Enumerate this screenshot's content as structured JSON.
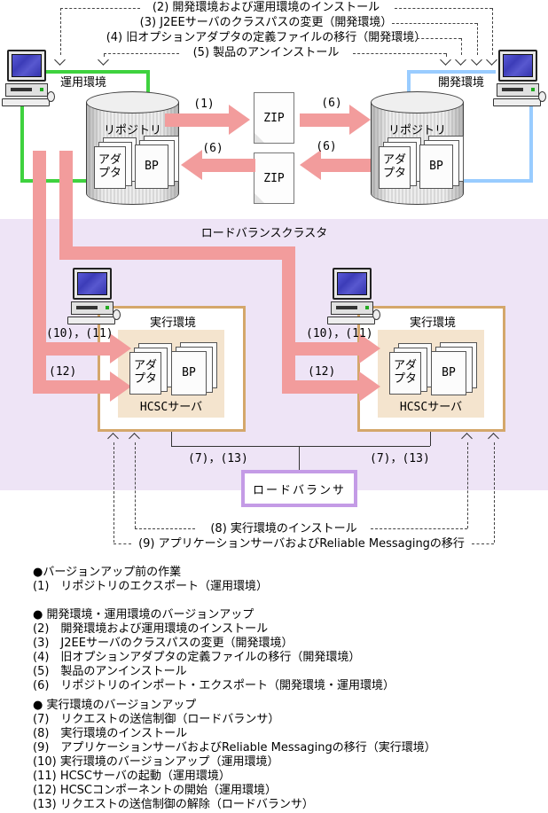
{
  "colors": {
    "arrow_pink": "#F29C9C",
    "line_green": "#3FD23F",
    "line_blue": "#99CCFF",
    "cluster_bg": "#EEE4F6",
    "env_border": "#D4A76B",
    "hcsc_bg": "#F4E4CE",
    "lb_border": "#C49BE6"
  },
  "top_annotations": [
    "(2) 開発環境および運用環境のインストール",
    "(3) J2EEサーバのクラスパスの変更（開発環境）",
    "(4) 旧オプションアダプタの定義ファイルの移行（開発環境）",
    "(5) 製品のアンインストール"
  ],
  "nodes": {
    "production_env": "運用環境",
    "development_env": "開発環境",
    "execution_env": "実行環境",
    "repository": "リポジトリ",
    "adapter": "アダプタ",
    "bp": "BP",
    "zip": "ZIP",
    "hcsc_server": "HCSCサーバ",
    "cluster": "ロードバランスクラスタ",
    "load_balancer": "ロードバランサ"
  },
  "arrow_labels": {
    "export": "(1)",
    "import_export": "(6)",
    "upgrade": "(10)，(11)",
    "component_start": "(12)",
    "request_control": "(7)，(13)"
  },
  "bottom_annotations": [
    "(8) 実行環境のインストール",
    "(9) アプリケーションサーバおよびReliable Messagingの移行"
  ],
  "legend": {
    "groups": [
      {
        "title": "●バージョンアップ前の作業",
        "items": [
          "(1)　リポジトリのエクスポート（運用環境）"
        ]
      },
      {
        "title": "● 開発環境・運用環境のバージョンアップ",
        "items": [
          "(2)　開発環境および運用環境のインストール",
          "(3)　J2EEサーバのクラスパスの変更（開発環境）",
          "(4)　旧オプションアダプタの定義ファイルの移行（開発環境）",
          "(5)　製品のアンインストール",
          "(6)　リポジトリのインポート・エクスポート（開発環境・運用環境）"
        ]
      },
      {
        "title": "● 実行環境のバージョンアップ",
        "items": [
          "(7)　リクエストの送信制御（ロードバランサ）",
          "(8)　実行環境のインストール",
          "(9)　アプリケーションサーバおよびReliable Messagingの移行（実行環境）",
          "(10) 実行環境のバージョンアップ（運用環境）",
          "(11) HCSCサーバの起動（運用環境）",
          "(12) HCSCコンポーネントの開始（運用環境）",
          "(13) リクエストの送信制御の解除（ロードバランサ）"
        ]
      }
    ]
  }
}
